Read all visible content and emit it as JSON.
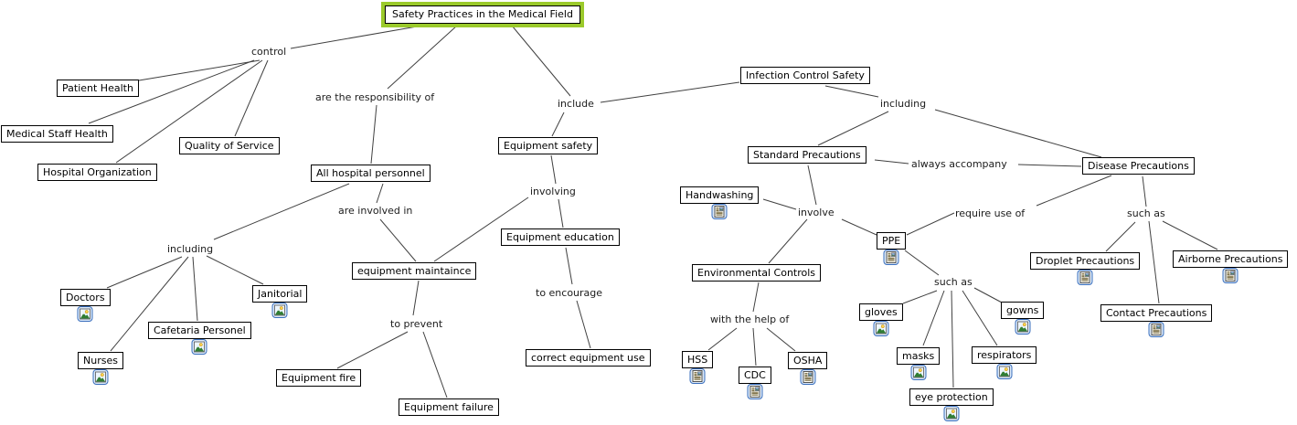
{
  "title": {
    "label": "Safety Practices in the Medical Field",
    "highlight_color": "#9bca2b"
  },
  "colors": {
    "node_border": "#000000",
    "node_background": "#ffffff",
    "line": "#404040",
    "icon_frame_blue": "#3a6fbd"
  },
  "icons": {
    "image": "picture-resource-icon",
    "document": "text-document-resource-icon"
  },
  "nodes": {
    "patient_health": {
      "label": "Patient Health",
      "icon": null
    },
    "medical_staff_health": {
      "label": "Medical Staff Health",
      "icon": null
    },
    "hospital_organization": {
      "label": "Hospital Organization",
      "icon": null
    },
    "quality_of_service": {
      "label": "Quality of Service",
      "icon": null
    },
    "all_hospital_personnel": {
      "label": "All hospital personnel",
      "icon": null
    },
    "doctors": {
      "label": "Doctors",
      "icon": "image"
    },
    "nurses": {
      "label": "Nurses",
      "icon": "image"
    },
    "cafetaria_personel": {
      "label": "Cafetaria Personel",
      "icon": "image"
    },
    "janitorial": {
      "label": "Janitorial",
      "icon": "image"
    },
    "equipment_maintaince": {
      "label": "equipment maintaince",
      "icon": null
    },
    "equipment_fire": {
      "label": "Equipment fire",
      "icon": null
    },
    "equipment_failure": {
      "label": "Equipment failure",
      "icon": null
    },
    "equipment_safety": {
      "label": "Equipment safety",
      "icon": null
    },
    "equipment_education": {
      "label": "Equipment education",
      "icon": null
    },
    "correct_equipment_use": {
      "label": "correct equipment use",
      "icon": null
    },
    "infection_control_safety": {
      "label": "Infection Control Safety",
      "icon": null
    },
    "standard_precautions": {
      "label": "Standard Precautions",
      "icon": null
    },
    "disease_precautions": {
      "label": "Disease Precautions",
      "icon": null
    },
    "handwashing": {
      "label": "Handwashing",
      "icon": "document"
    },
    "environmental_controls": {
      "label": "Environmental Controls",
      "icon": null
    },
    "ppe": {
      "label": "PPE",
      "icon": "document"
    },
    "hss": {
      "label": "HSS",
      "icon": "document"
    },
    "cdc": {
      "label": "CDC",
      "icon": "document"
    },
    "osha": {
      "label": "OSHA",
      "icon": "document"
    },
    "gloves": {
      "label": "gloves",
      "icon": "image"
    },
    "masks": {
      "label": "masks",
      "icon": "image"
    },
    "gowns": {
      "label": "gowns",
      "icon": "image"
    },
    "respirators": {
      "label": "respirators",
      "icon": "image"
    },
    "eye_protection": {
      "label": "eye protection",
      "icon": "image"
    },
    "droplet_precautions": {
      "label": "Droplet Precautions",
      "icon": "document"
    },
    "airborne_precautions": {
      "label": "Airborne Precautions",
      "icon": "document"
    },
    "contact_precautions": {
      "label": "Contact Precautions",
      "icon": "document"
    }
  },
  "phrases": {
    "control": "control",
    "are_the_responsibility_of": "are the responsibility of",
    "include": "include",
    "including_left": "including",
    "are_involved_in": "are involved in",
    "involving": "involving",
    "to_prevent": "to prevent",
    "to_encourage": "to encourage",
    "including_right": "including",
    "always_accompany": "always accompany",
    "involve": "involve",
    "require_use_of": "require use of",
    "such_as_disease": "such as",
    "such_as_ppe": "such as",
    "with_the_help_of": "with the help of"
  },
  "edges": [
    {
      "from": "title",
      "link": "control",
      "to": [
        "patient_health",
        "medical_staff_health",
        "hospital_organization",
        "quality_of_service"
      ]
    },
    {
      "from": "title",
      "link": "are_the_responsibility_of",
      "to": [
        "all_hospital_personnel"
      ]
    },
    {
      "from": "title",
      "link": "include",
      "to": [
        "equipment_safety",
        "infection_control_safety"
      ]
    },
    {
      "from": "all_hospital_personnel",
      "link": "including_left",
      "to": [
        "doctors",
        "nurses",
        "cafetaria_personel",
        "janitorial"
      ]
    },
    {
      "from": "all_hospital_personnel",
      "link": "are_involved_in",
      "to": [
        "equipment_maintaince"
      ]
    },
    {
      "from": "equipment_safety",
      "link": "involving",
      "to": [
        "equipment_education",
        "equipment_maintaince"
      ]
    },
    {
      "from": "equipment_maintaince",
      "link": "to_prevent",
      "to": [
        "equipment_fire",
        "equipment_failure"
      ]
    },
    {
      "from": "equipment_education",
      "link": "to_encourage",
      "to": [
        "correct_equipment_use"
      ]
    },
    {
      "from": "infection_control_safety",
      "link": "including_right",
      "to": [
        "standard_precautions",
        "disease_precautions"
      ]
    },
    {
      "from": "standard_precautions",
      "link": "always_accompany",
      "to": [
        "disease_precautions"
      ]
    },
    {
      "from": "standard_precautions",
      "link": "involve",
      "to": [
        "handwashing",
        "environmental_controls",
        "ppe"
      ]
    },
    {
      "from": "disease_precautions",
      "link": "require_use_of",
      "to": [
        "ppe"
      ]
    },
    {
      "from": "disease_precautions",
      "link": "such_as_disease",
      "to": [
        "droplet_precautions",
        "airborne_precautions",
        "contact_precautions"
      ]
    },
    {
      "from": "ppe",
      "link": "such_as_ppe",
      "to": [
        "gloves",
        "masks",
        "eye_protection",
        "respirators",
        "gowns"
      ]
    },
    {
      "from": "environmental_controls",
      "link": "with_the_help_of",
      "to": [
        "hss",
        "cdc",
        "osha"
      ]
    }
  ]
}
